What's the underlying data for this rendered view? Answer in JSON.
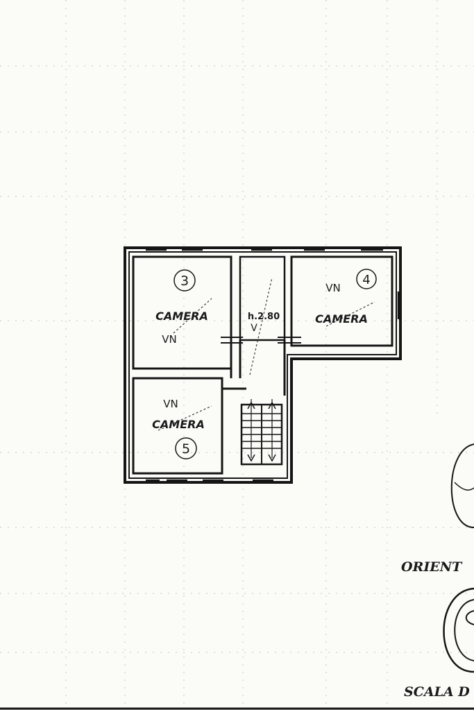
{
  "rooms": [
    {
      "number": "3",
      "name": "CAMERA",
      "annotation": "VN"
    },
    {
      "number": "4",
      "name": "CAMERA",
      "annotation": "VN"
    },
    {
      "number": "5",
      "name": "CAMERA",
      "annotation": "VN"
    }
  ],
  "corridor": {
    "height_label": "h.2.80",
    "annotation": "V"
  },
  "captions": {
    "orientation": "ORIENT",
    "scale": "SCALA D"
  }
}
